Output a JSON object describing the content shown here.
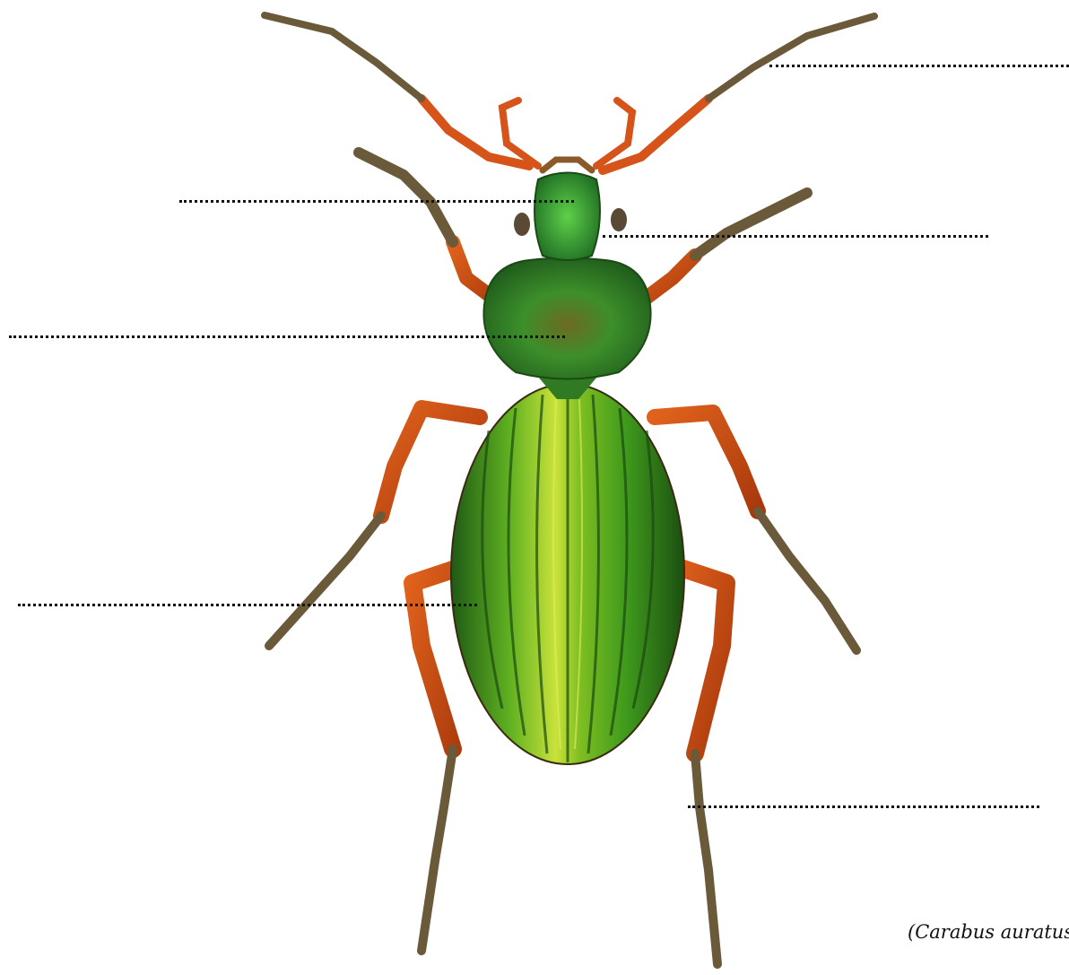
{
  "specimen": {
    "caption": "(Carabus auratus)"
  },
  "colors": {
    "background": "#ffffff",
    "elytra_green": "#3f9a1c",
    "elytra_highlight": "#c9e23a",
    "pronotum_green": "#3c8f2a",
    "legs_orange": "#c8470f",
    "tarsi_brown": "#6b5a3a",
    "label_line": "#111111"
  },
  "label_blanks": [
    {
      "id": "antenna-label",
      "text": ""
    },
    {
      "id": "eye-label",
      "text": ""
    },
    {
      "id": "head-label",
      "text": ""
    },
    {
      "id": "pronotum-label",
      "text": ""
    },
    {
      "id": "elytra-label",
      "text": ""
    },
    {
      "id": "leg-label",
      "text": ""
    }
  ]
}
